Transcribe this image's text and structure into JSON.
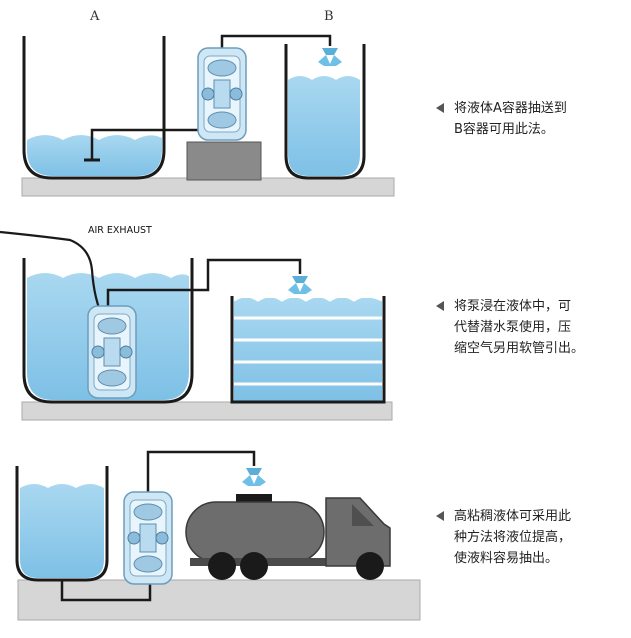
{
  "labels": {
    "tank_a": "A",
    "tank_b": "B",
    "air_exhaust": "AIR EXHAUST"
  },
  "notes": [
    {
      "lines": [
        "将液体A容器抽送到",
        "B容器可用此法。"
      ]
    },
    {
      "lines": [
        "将泵浸在液体中，可",
        "代替潜水泵使用，压",
        "缩空气另用软管引出。"
      ]
    },
    {
      "lines": [
        "高粘稠液体可采用此",
        "种方法将液位提高，",
        "使液料容易抽出。"
      ]
    }
  ],
  "colors": {
    "liquid": "#8fcbea",
    "liquid_light": "#d8eef9",
    "pipe": "#1a1a1a",
    "ground": "#d6d6d6",
    "truck": "#6d6d6d"
  }
}
